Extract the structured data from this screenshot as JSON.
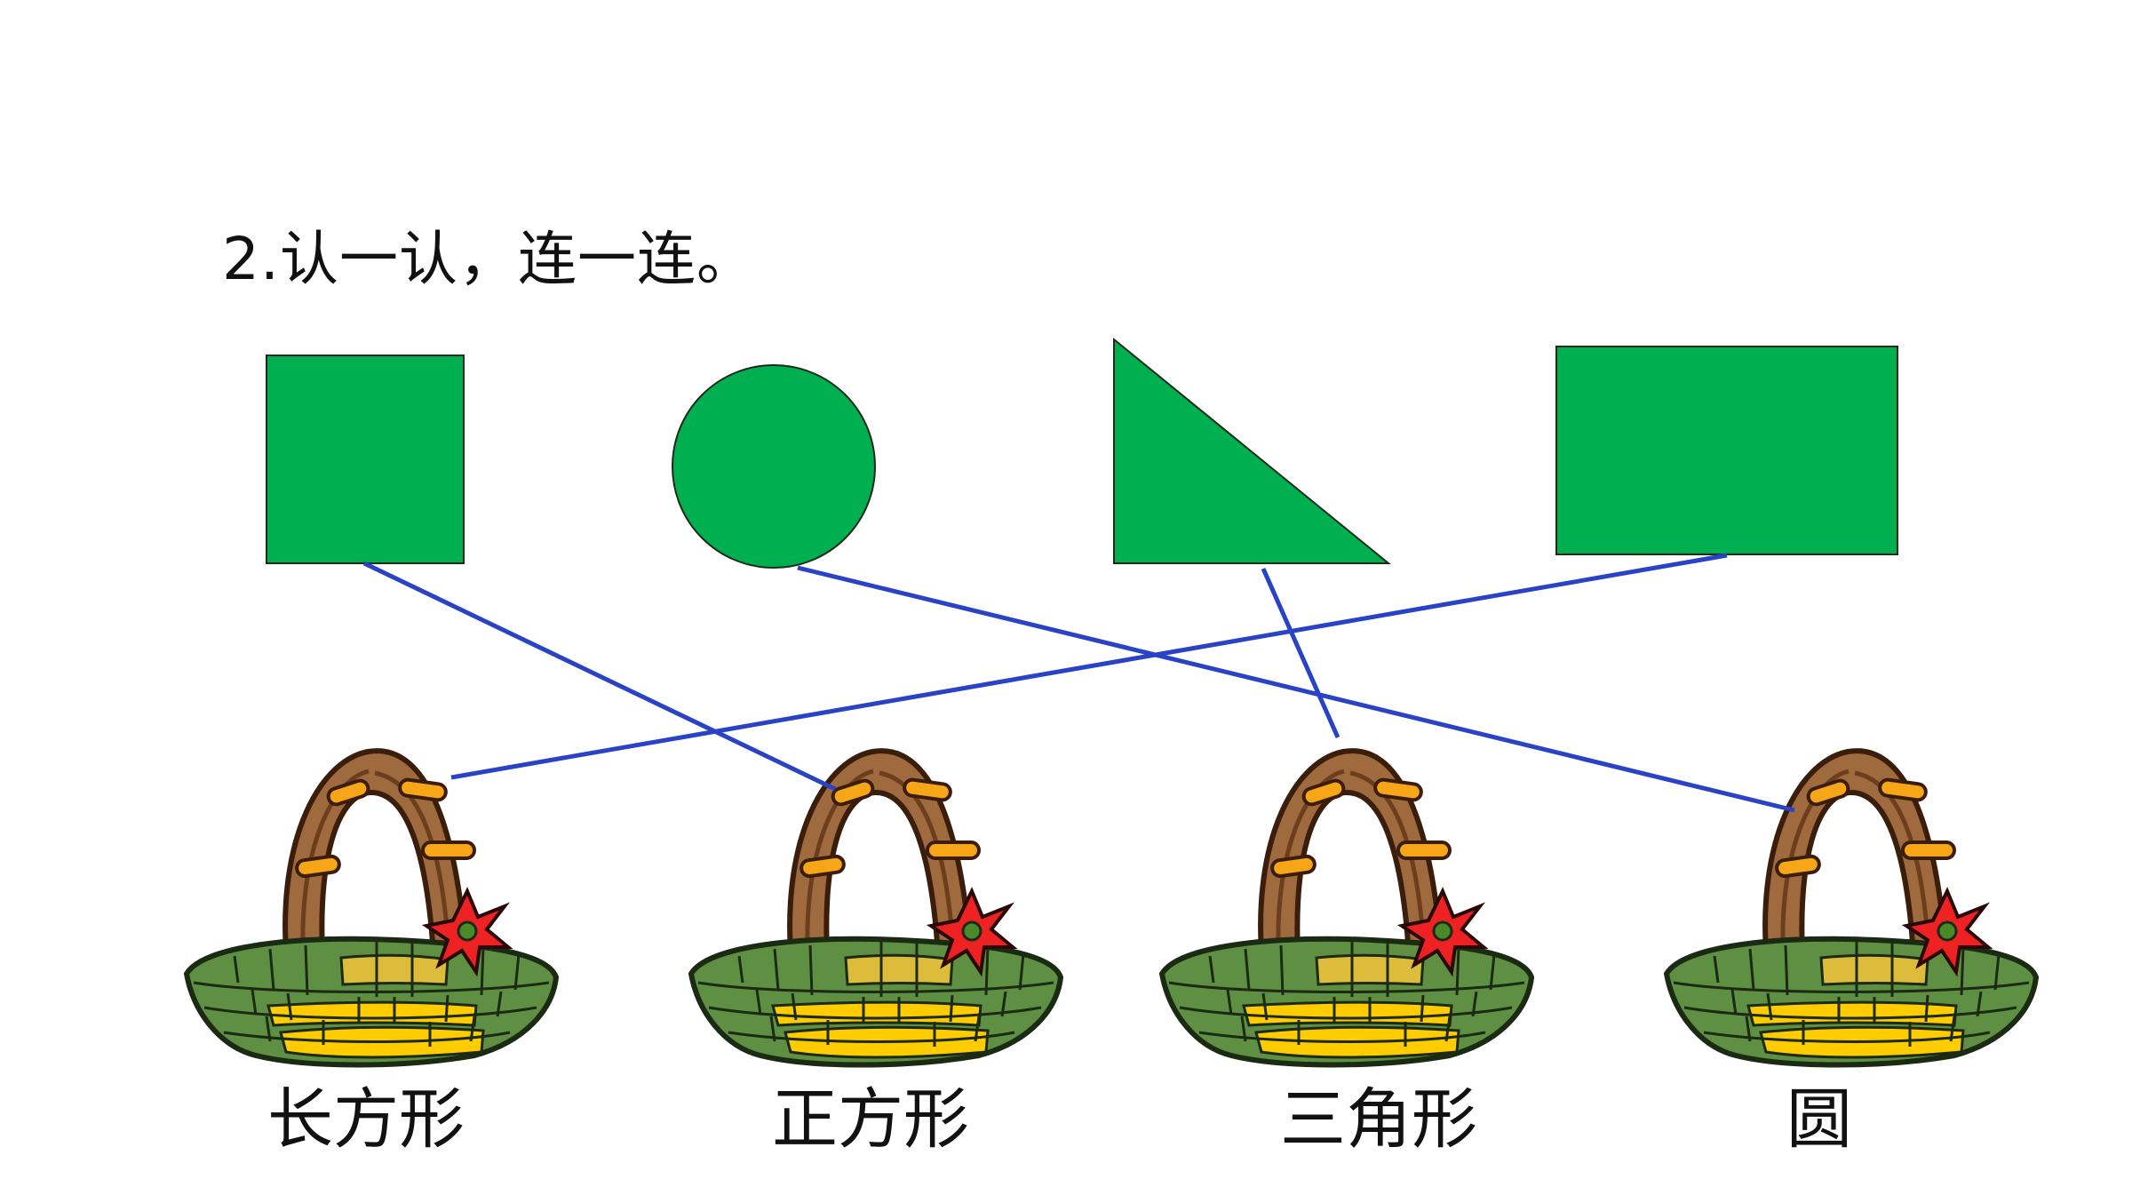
{
  "title": "2.认一认，连一连。",
  "colors": {
    "shape_fill": "#00b050",
    "line": "#2a43c6",
    "basket_green": "#5f8f43",
    "basket_yellow": "#ffcc00",
    "handle_brown": "#a06a3f",
    "band_orange": "#f7a617",
    "flower_red": "#ee2222"
  },
  "shapes": [
    {
      "name": "square"
    },
    {
      "name": "circle"
    },
    {
      "name": "right-triangle"
    },
    {
      "name": "rectangle"
    }
  ],
  "baskets": [
    {
      "label": "长方形"
    },
    {
      "label": "正方形"
    },
    {
      "label": "三角形"
    },
    {
      "label": "圆"
    }
  ],
  "connections": [
    {
      "from": "square",
      "to": "正方形"
    },
    {
      "from": "circle",
      "to": "圆"
    },
    {
      "from": "right-triangle",
      "to": "三角形"
    },
    {
      "from": "rectangle",
      "to": "长方形"
    }
  ]
}
